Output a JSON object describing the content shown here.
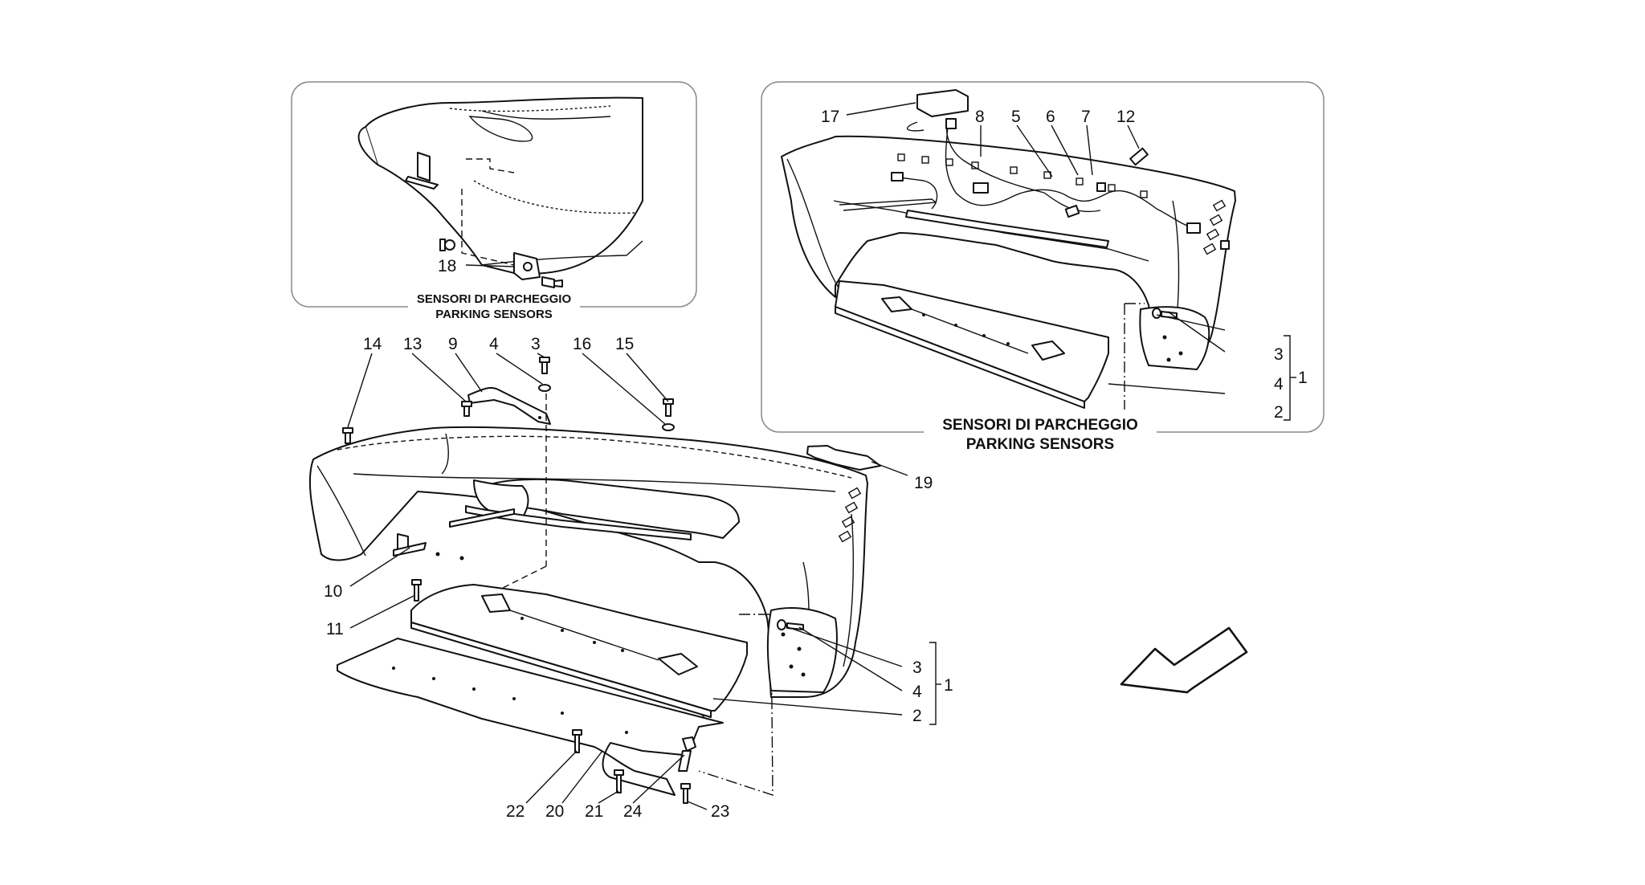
{
  "inset_left": {
    "caption_line1": "SENSORI DI PARCHEGGIO",
    "caption_line2": "PARKING SENSORS",
    "callouts": [
      "18"
    ]
  },
  "inset_right": {
    "caption_line1": "SENSORI DI PARCHEGGIO",
    "caption_line2": "PARKING SENSORS",
    "callouts": [
      "17",
      "8",
      "5",
      "6",
      "7",
      "12",
      "3",
      "4",
      "2",
      "1"
    ]
  },
  "main": {
    "callouts": [
      "14",
      "13",
      "9",
      "4",
      "3",
      "16",
      "15",
      "19",
      "10",
      "11",
      "3",
      "4",
      "2",
      "1",
      "22",
      "20",
      "21",
      "24",
      "23"
    ]
  },
  "direction_arrow": "front-direction-arrow"
}
